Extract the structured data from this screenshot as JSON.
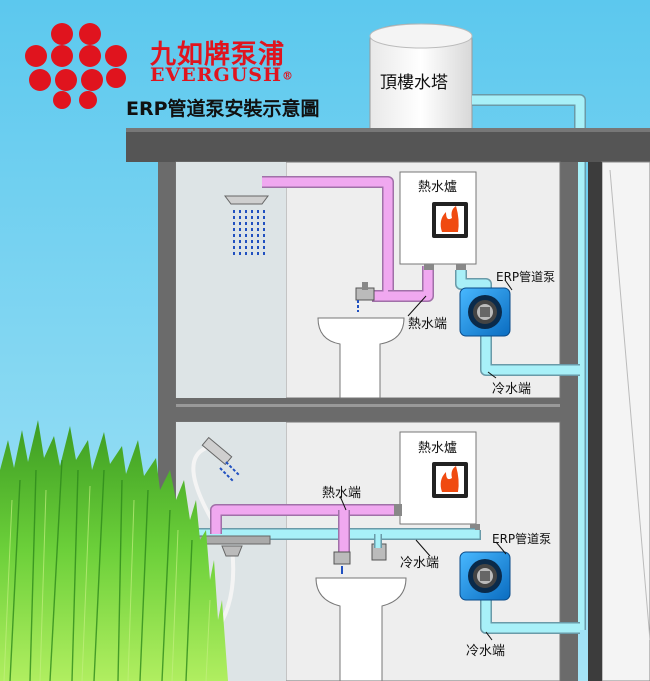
{
  "brand": {
    "name_cn": "九如牌泵浦",
    "name_en": "EVERGUSH",
    "registered_mark": "®"
  },
  "diagram": {
    "title": "ERP管道泵安裝示意圖",
    "roof_tank_label": "頂樓水塔",
    "upper_floor": {
      "heater_label": "熱水爐",
      "pump_label": "ERP管道泵",
      "hot_water_label": "熱水端",
      "cold_water_label": "冷水端"
    },
    "lower_floor": {
      "heater_label": "熱水爐",
      "pump_label": "ERP管道泵",
      "hot_water_label": "熱水端",
      "cold_water_label_mid": "冷水端",
      "cold_water_label_bottom": "冷水端"
    }
  },
  "colors": {
    "sky": "#6fd0ee",
    "brand_red": "#e0141e",
    "hot_pipe": "#f0a8f0",
    "cold_pipe": "#a8f0f8",
    "pump_body": "#1e8fe0",
    "grass": "#4fb82e"
  }
}
